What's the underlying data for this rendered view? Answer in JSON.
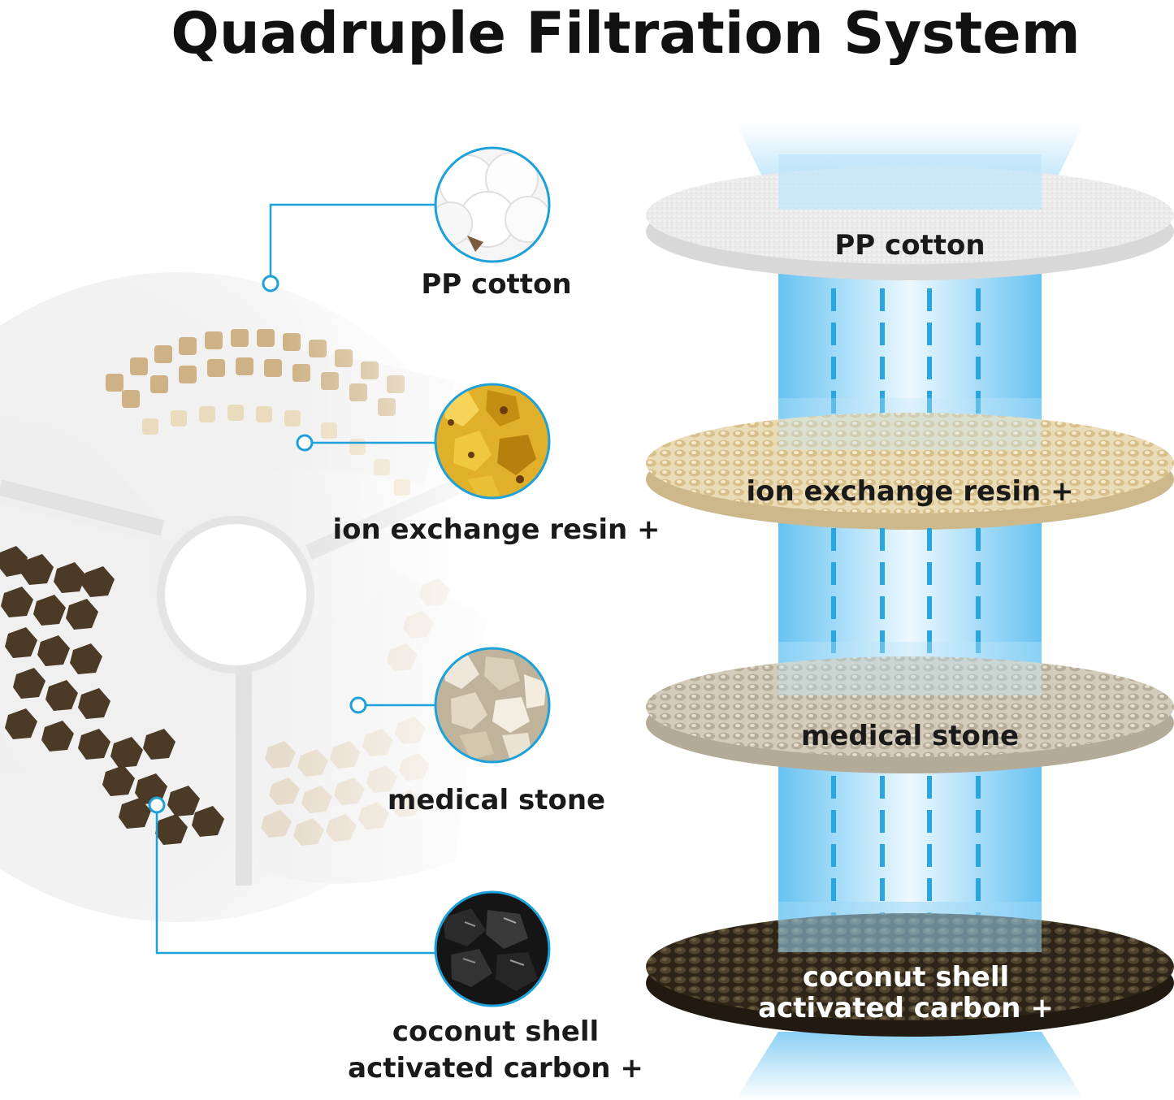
{
  "title": "Quadruple Filtration System",
  "layers": [
    {
      "key": "pp",
      "label": "PP cotton"
    },
    {
      "key": "resin",
      "label": "ion exchange resin +"
    },
    {
      "key": "stone",
      "label": "medical stone"
    },
    {
      "key": "carbon",
      "label_line1": "coconut shell",
      "label_line2": "activated carbon +"
    }
  ],
  "colors": {
    "connector": "#1ea0d8",
    "water_flow": "#27a6e2",
    "pp_cotton": "#e8e8e8",
    "resin": "#e6d4a8",
    "stone": "#c9c1b0",
    "carbon": "#3d3222"
  }
}
